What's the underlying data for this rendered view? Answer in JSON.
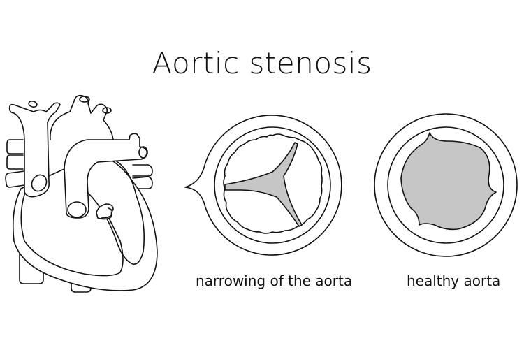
{
  "title": "Aortic stenosis",
  "labels": {
    "narrowing": "narrowing of the aorta",
    "healthy": "healthy aorta"
  },
  "colors": {
    "stroke": "#111111",
    "fill": "#c6c6c6"
  }
}
